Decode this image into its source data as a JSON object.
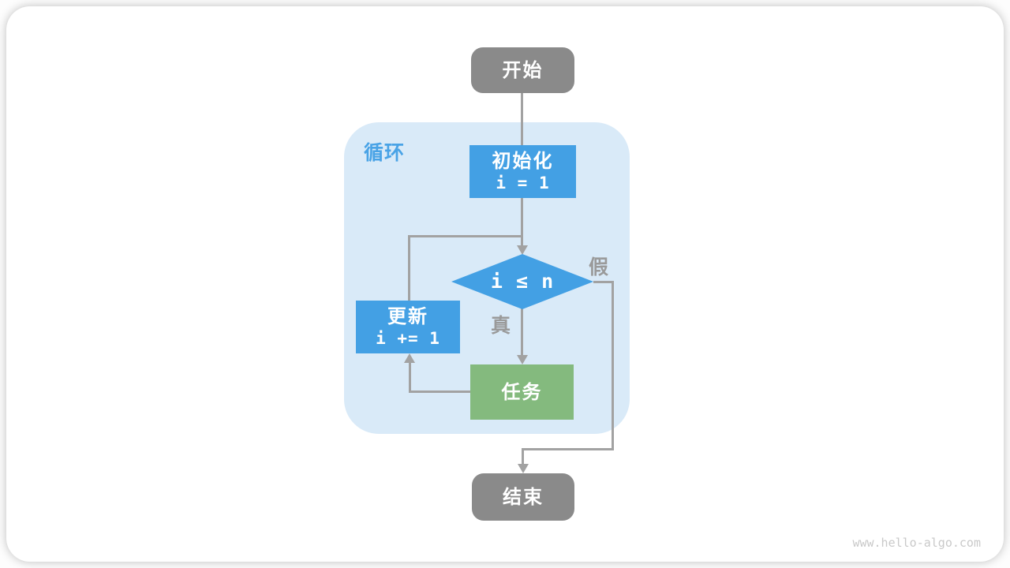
{
  "page": {
    "watermark": "www.hello-algo.com"
  },
  "colors": {
    "node-blue": "#43a0e4",
    "node-green": "#84ba7e",
    "node-gray": "#8a8a8a",
    "container-blue": "#d9eaf8",
    "line-gray": "#a2a2a2",
    "label-gray": "#9a9a9a",
    "loop-label-blue": "#49a3e6",
    "watermark-gray": "#c9c9c9"
  },
  "flowchart": {
    "container_label": "循环",
    "nodes": {
      "start": {
        "label": "开始",
        "shape": "rounded",
        "color": "#8a8a8a"
      },
      "init": {
        "title": "初始化",
        "code": "i = 1",
        "shape": "rect",
        "color": "#43a0e4"
      },
      "condition": {
        "label": "i ≤ n",
        "shape": "diamond",
        "color": "#43a0e4"
      },
      "update": {
        "title": "更新",
        "code": "i += 1",
        "shape": "rect",
        "color": "#43a0e4"
      },
      "task": {
        "label": "任务",
        "shape": "rect",
        "color": "#84ba7e"
      },
      "end": {
        "label": "结束",
        "shape": "rounded",
        "color": "#8a8a8a"
      }
    },
    "edge_labels": {
      "true": "真",
      "false": "假"
    },
    "edges": [
      "start -> init",
      "init -> condition",
      "condition -true-> task",
      "task -> update",
      "update -> condition",
      "condition -false-> end"
    ]
  }
}
